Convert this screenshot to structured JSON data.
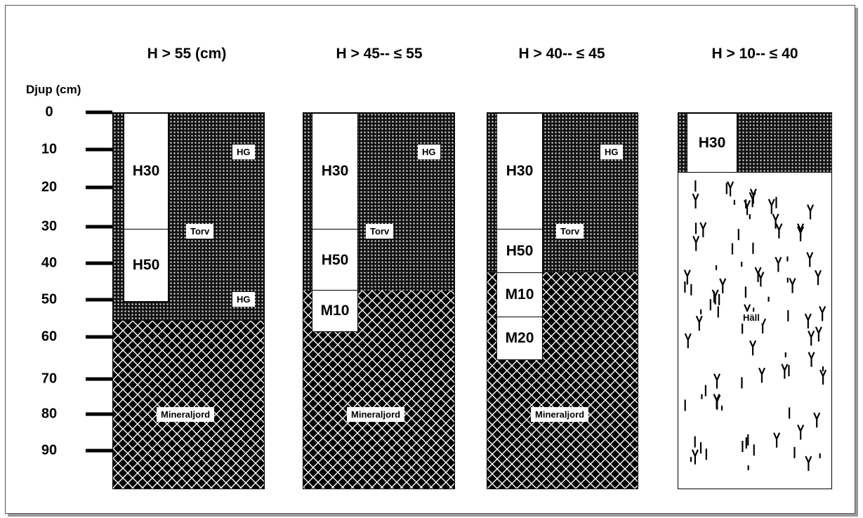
{
  "depth_axis": {
    "title": "Djup (cm)",
    "ticks": [
      "0",
      "10",
      "20",
      "30",
      "40",
      "50",
      "60",
      "70",
      "80",
      "90"
    ]
  },
  "profiles": [
    {
      "heading": "H > 55 (cm)",
      "samples": [
        "H30",
        "H50"
      ],
      "labels": {
        "hg_top": "HG",
        "torv": "Torv",
        "hg_bottom": "HG",
        "mineral": "Mineraljord"
      }
    },
    {
      "heading": "H > 45-- ≤ 55",
      "samples": [
        "H30",
        "H50",
        "M10"
      ],
      "labels": {
        "hg_top": "HG",
        "torv": "Torv",
        "mineral": "Mineraljord"
      }
    },
    {
      "heading": "H > 40-- ≤ 45",
      "samples": [
        "H30",
        "H50",
        "M10",
        "M20"
      ],
      "labels": {
        "hg_top": "HG",
        "torv": "Torv",
        "mineral": "Mineraljord"
      }
    },
    {
      "heading": "H > 10-- ≤ 40",
      "samples": [
        "H30"
      ],
      "labels": {
        "rock": "Häll"
      }
    }
  ]
}
